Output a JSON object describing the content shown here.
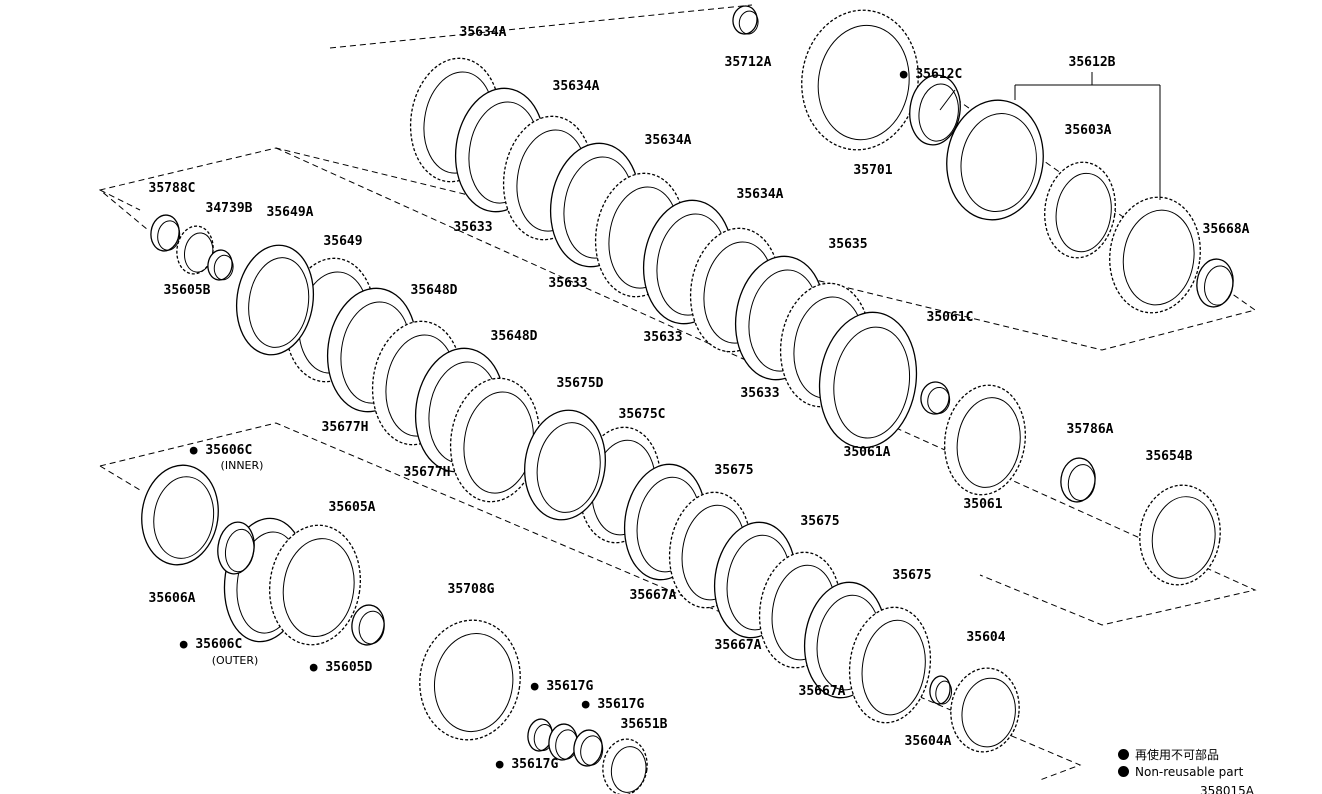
{
  "diagram": {
    "labels": [
      "35634A",
      "35712A",
      "35612C",
      "35612B",
      "35634A",
      "35634A",
      "35603A",
      "35701",
      "35788C",
      "34739B",
      "35649A",
      "35634A",
      "35633",
      "35668A",
      "35649",
      "35635",
      "35605B",
      "35633",
      "35648D",
      "35061C",
      "35633",
      "35648D",
      "35677H",
      "35675D",
      "35633",
      "35675C",
      "35786A",
      "35606C",
      "35061A",
      "35654B",
      "35677H",
      "35675",
      "35061",
      "35605A",
      "35675",
      "35606A",
      "35708G",
      "35667A",
      "35675",
      "35604",
      "35606C",
      "35667A",
      "35605D",
      "35617G",
      "35617G",
      "35651B",
      "35667A",
      "35604A",
      "35617G"
    ],
    "non_reusable_flags": [
      false,
      false,
      true,
      false,
      false,
      false,
      false,
      false,
      false,
      false,
      false,
      false,
      false,
      false,
      false,
      false,
      false,
      false,
      false,
      false,
      false,
      false,
      false,
      false,
      false,
      false,
      false,
      true,
      false,
      false,
      false,
      false,
      false,
      false,
      false,
      false,
      false,
      false,
      false,
      false,
      true,
      false,
      true,
      true,
      true,
      false,
      false,
      false,
      true
    ],
    "sublabels": {
      "inner": "(INNER)",
      "outer": "(OUTER)"
    },
    "legend": {
      "jp": "再使用不可部品",
      "en": "Non-reusable part"
    },
    "drawing_code": "358015A"
  }
}
